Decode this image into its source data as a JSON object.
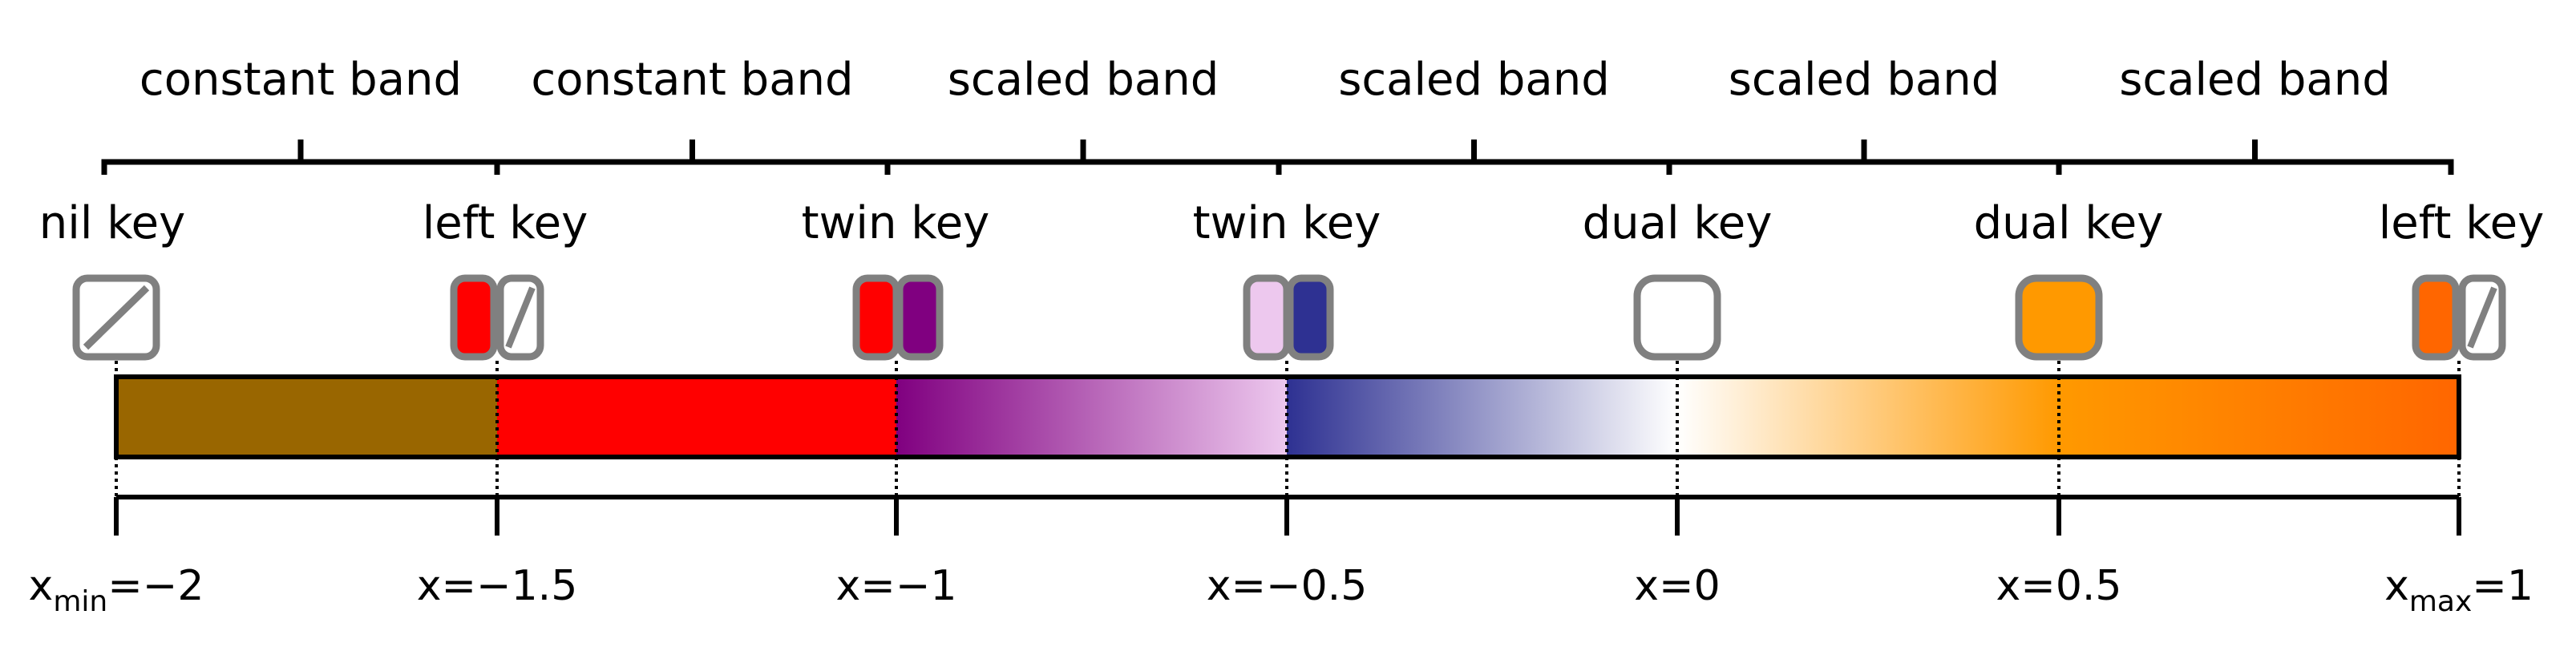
{
  "bands": [
    {
      "label": "constant band"
    },
    {
      "label": "constant band"
    },
    {
      "label": "scaled band"
    },
    {
      "label": "scaled band"
    },
    {
      "label": "scaled band"
    },
    {
      "label": "scaled band"
    }
  ],
  "keys": [
    {
      "label": "nil key",
      "x": -2,
      "type": "nil"
    },
    {
      "label": "left key",
      "x": -1.5,
      "type": "left",
      "color": "#FF0000"
    },
    {
      "label": "twin key",
      "x": -1,
      "type": "twin",
      "left_color": "#FF0000",
      "right_color": "#800080"
    },
    {
      "label": "twin key",
      "x": -0.5,
      "type": "twin",
      "left_color": "#EDC8EE",
      "right_color": "#2E3192"
    },
    {
      "label": "dual key",
      "x": 0,
      "type": "dual",
      "color": "#FFFFFF"
    },
    {
      "label": "dual key",
      "x": 0.5,
      "type": "dual",
      "color": "#FF9900"
    },
    {
      "label": "left key",
      "x": 1,
      "type": "left",
      "color": "#FF6600"
    }
  ],
  "colorbar": {
    "stops": [
      {
        "x": -2,
        "left": "#996600",
        "right": "#996600"
      },
      {
        "x": -1.5,
        "left": "#996600",
        "right": "#FF0000"
      },
      {
        "x": -1,
        "left": "#FF0000",
        "right": "#800080"
      },
      {
        "x": -0.5,
        "left": "#EDC8EE",
        "right": "#2E3192"
      },
      {
        "x": 0,
        "left": "#FFFFFF",
        "right": "#FFFFFF"
      },
      {
        "x": 0.5,
        "left": "#FF9900",
        "right": "#FF9900"
      },
      {
        "x": 1,
        "left": "#FF6600",
        "right": "#FF6600"
      }
    ]
  },
  "ticks": [
    {
      "x": -2,
      "label": "x",
      "sub": "min",
      "value": "=−2"
    },
    {
      "x": -1.5,
      "label": "x=−1.5"
    },
    {
      "x": -1,
      "label": "x=−1"
    },
    {
      "x": -0.5,
      "label": "x=−0.5"
    },
    {
      "x": 0,
      "label": "x=0"
    },
    {
      "x": 0.5,
      "label": "x=0.5"
    },
    {
      "x": 1,
      "label": "x",
      "sub": "max",
      "value": "=1"
    }
  ],
  "colors": {
    "key_border": "#808080",
    "line": "#000000"
  }
}
